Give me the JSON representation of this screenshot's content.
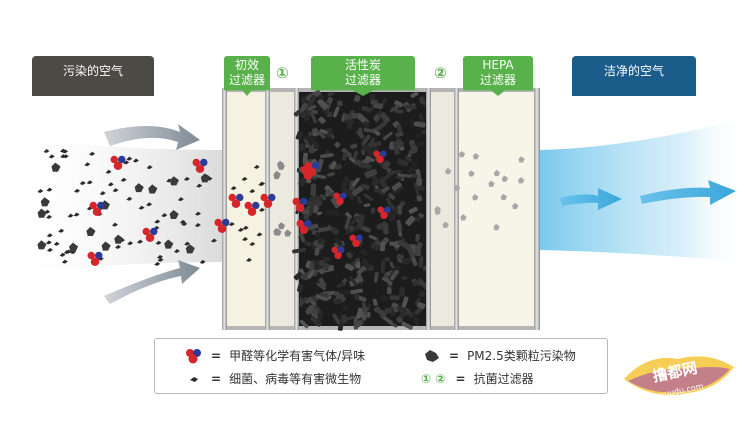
{
  "labels": {
    "dirty_air": "污染的空气",
    "clean_air": "洁净的空气",
    "filter_primary": [
      "初效",
      "过滤器"
    ],
    "filter_carbon": [
      "活性炭",
      "过滤器"
    ],
    "filter_hepa": [
      "HEPA",
      "过滤器"
    ],
    "antibacterial_1": "①",
    "antibacterial_2": "②"
  },
  "legend": {
    "voc": "甲醛等化学有害气体/异味",
    "pm25": "PM2.5类颗粒污染物",
    "microbe": "细菌、病毒等有害微生物",
    "antibac_nums": "① ②",
    "antibac_label": "抗菌过滤器",
    "equals": "="
  },
  "watermark": {
    "text": "撸都网",
    "url": "yuudu.com"
  },
  "colors": {
    "dirty_tab": "#4b4a44",
    "clean_tab": "#1a5c8a",
    "filter_tab": "#58b14a",
    "clean_air": "#8fd0ee",
    "filter_panel": "#f6f2e1",
    "carbon": "#1c1c1c",
    "voc_red": "#d6262b",
    "voc_blue": "#2a3b9a"
  }
}
